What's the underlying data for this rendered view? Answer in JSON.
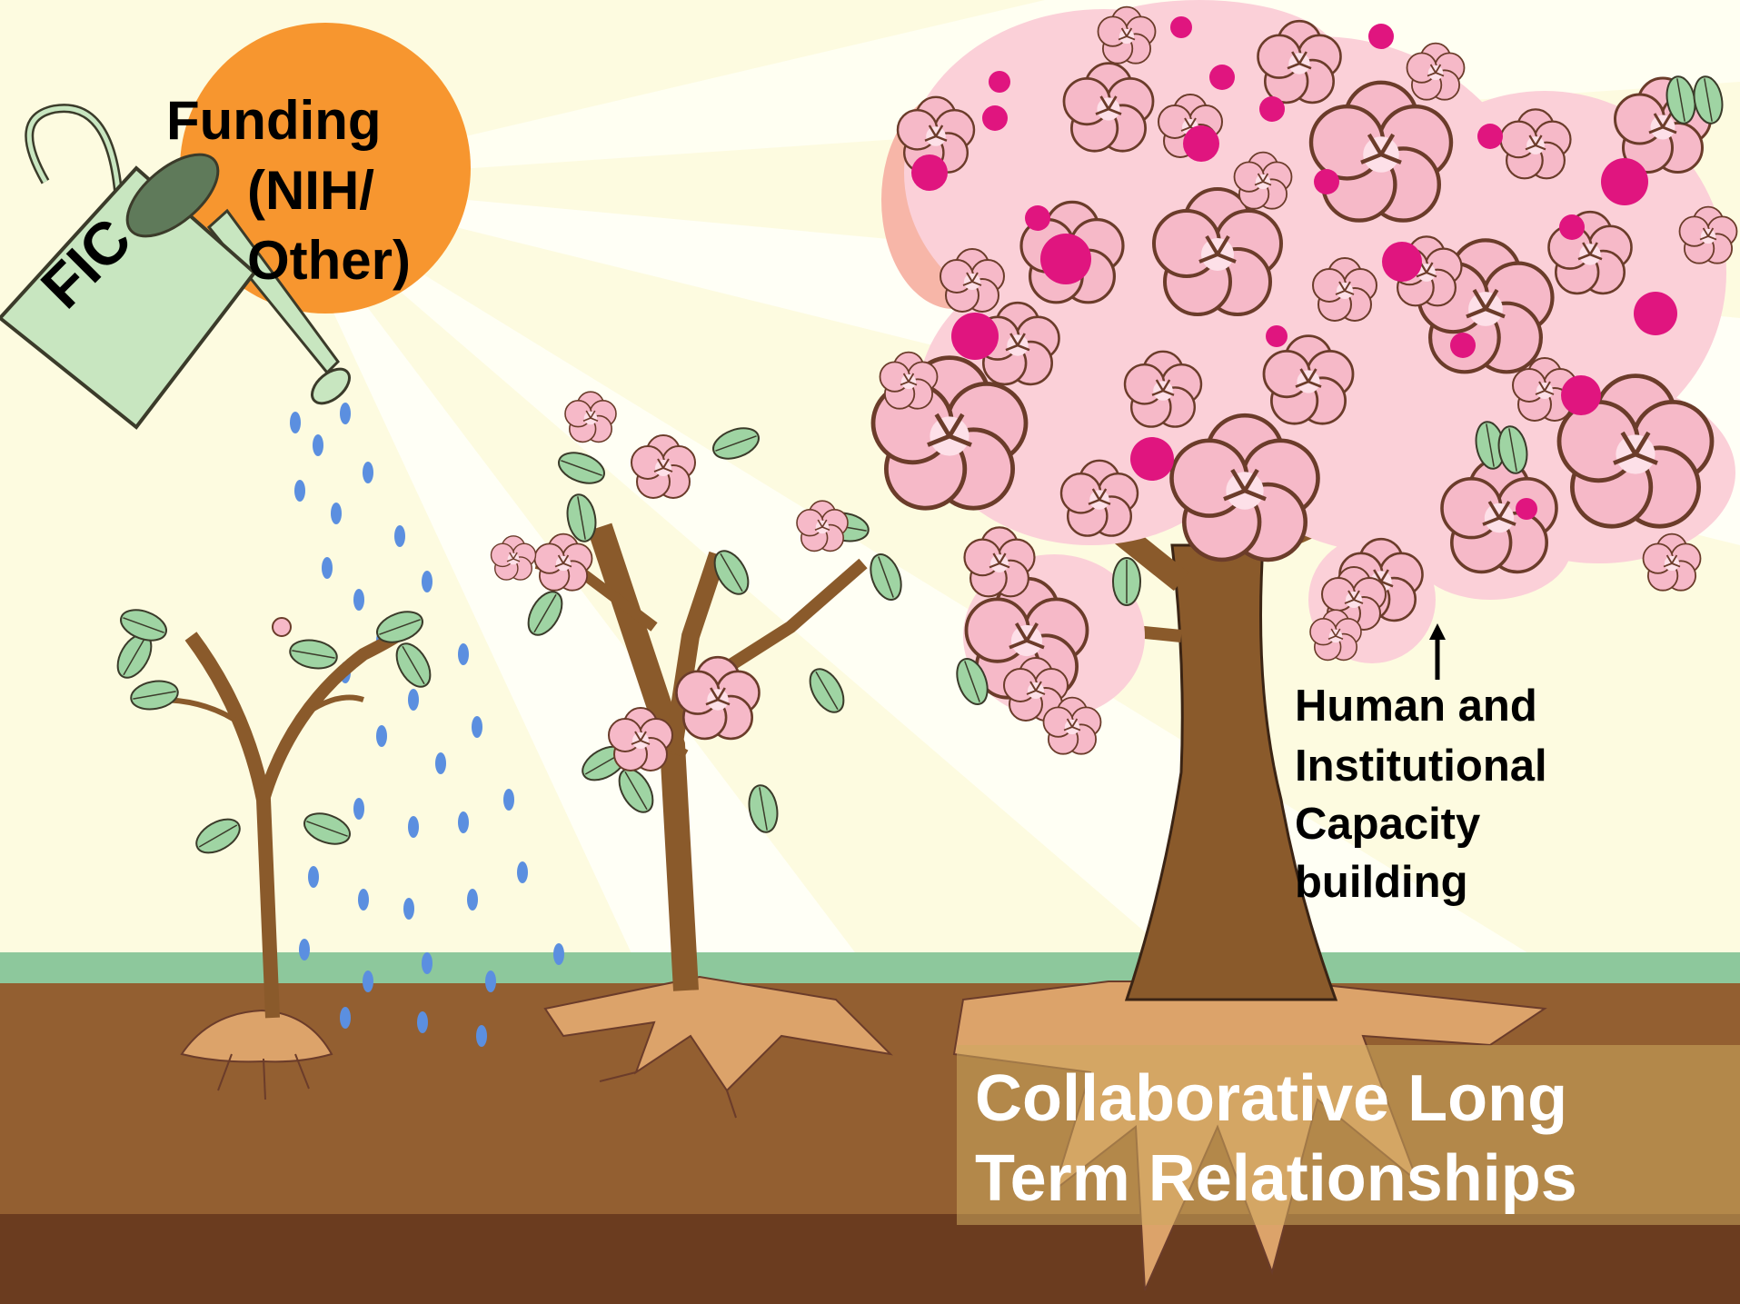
{
  "funding_label": {
    "line1": "Funding",
    "line2": "(NIH/",
    "line3": "Other)"
  },
  "watering_can_label": "FIC",
  "capacity_label": {
    "line1": "Human and",
    "line2": "Institutional",
    "line3": "Capacity",
    "line4": "building"
  },
  "relationships_label": {
    "line1": "Collaborative Long",
    "line2": "Term  Relationships"
  },
  "colors": {
    "sky": "#fdfbe0",
    "sun": "#f7962f",
    "grass_strip": "#8dc89c",
    "soil": "#935f31",
    "soil_deep": "#6b3c1f",
    "trunk": "#8a5a2b",
    "leaf": "#9fd4a3",
    "blossom": "#f6b9c8",
    "blossom_accent": "#e0157f",
    "water": "#5b8fe0",
    "can": "#c8e6c0"
  }
}
